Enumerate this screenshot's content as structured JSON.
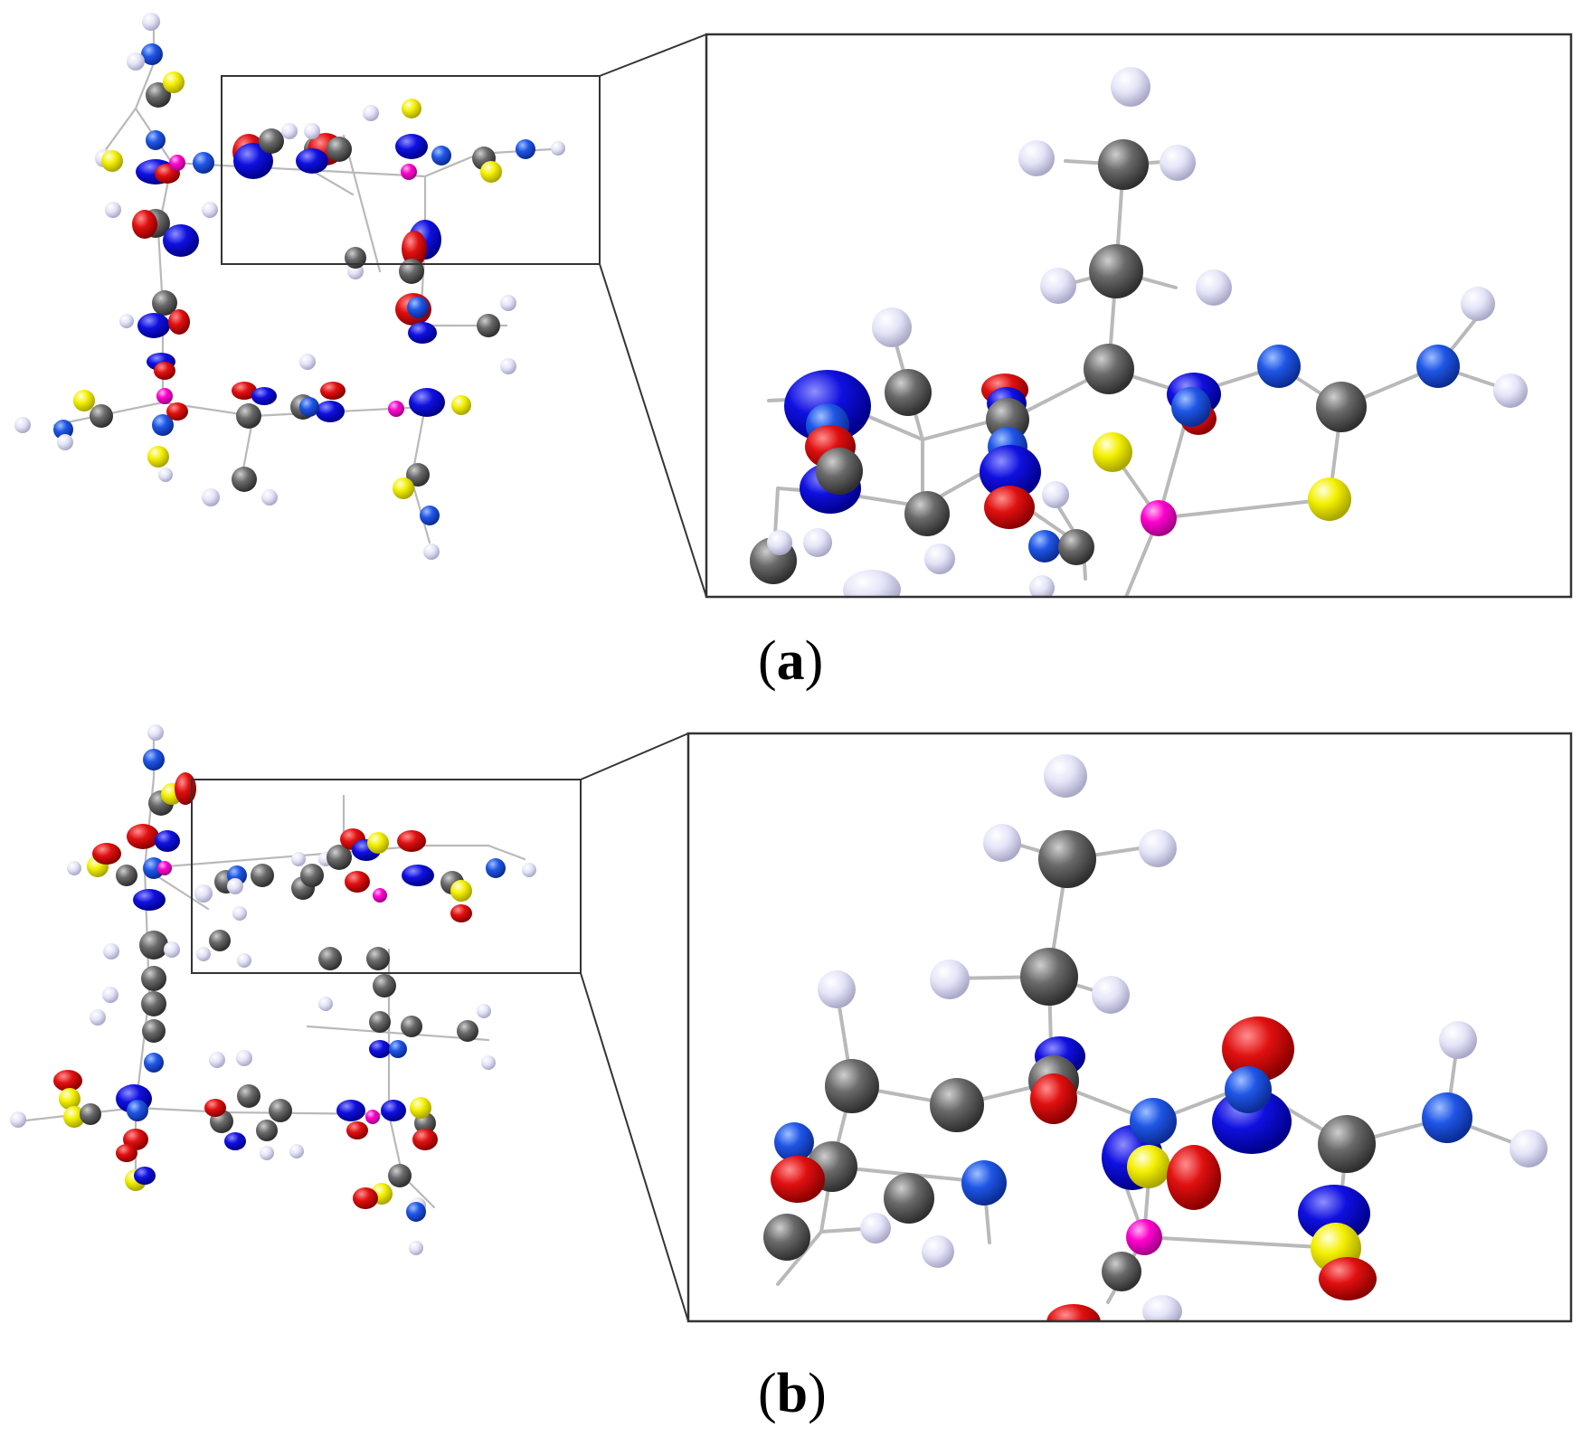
{
  "figure": {
    "panels": [
      {
        "id": "a",
        "label_open": "(",
        "label_letter": "a",
        "label_close": ")"
      },
      {
        "id": "b",
        "label_open": "(",
        "label_letter": "b",
        "label_close": ")"
      }
    ]
  },
  "colors": {
    "carbon": "#5f5f5f",
    "hydrogen": "#dcdcf4",
    "nitrogen": "#1f4fe0",
    "sulfur": "#f4f000",
    "metal": "#ff00cc",
    "lobe_positive": "#e01010",
    "lobe_negative": "#1010e0",
    "bond": "#bdbdbd",
    "frame": "#333333"
  }
}
